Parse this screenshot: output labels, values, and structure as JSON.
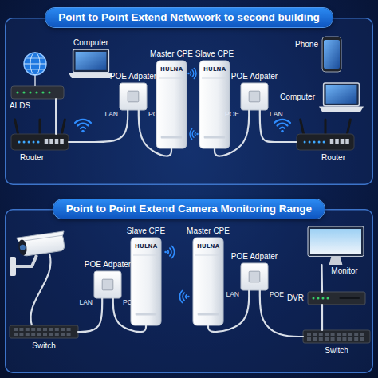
{
  "diagram": {
    "nodes": [
      {
        "text": [
          "Point to Point Extend Netwwork to second building"
        ]
      },
      {
        "text": [
          "Computer"
        ],
        "in": 0
      },
      {
        "text": [
          "ALDS"
        ],
        "in": 0
      },
      {
        "text": [
          "Router"
        ],
        "in": 0
      },
      {
        "text": [
          "POE Adpater",
          "LAN",
          "POE"
        ],
        "in": 0
      },
      {
        "text": [
          "Master CPE",
          "HULNA"
        ],
        "in": 0
      },
      {
        "text": [
          "Slave CPE",
          "HULNA"
        ],
        "in": 0
      },
      {
        "text": [
          "POE Adpater",
          "POE",
          "LAN"
        ],
        "in": 0
      },
      {
        "text": [
          "Phone"
        ],
        "in": 0
      },
      {
        "text": [
          "Computer"
        ],
        "in": 0
      },
      {
        "text": [
          "Router"
        ],
        "in": 0
      },
      {
        "text": [
          "Point to Point Extend Camera Monitoring Range"
        ]
      },
      {
        "text": [
          "Switch"
        ],
        "in": 11
      },
      {
        "text": [
          "POE Adpater",
          "LAN",
          "POE"
        ],
        "in": 11
      },
      {
        "text": [
          "Slave CPE",
          "HULNA"
        ],
        "in": 11
      },
      {
        "text": [
          "Master CPE",
          "HULNA"
        ],
        "in": 11
      },
      {
        "text": [
          "POE Adpater",
          "LAN",
          "POE"
        ],
        "in": 11
      },
      {
        "text": [
          "Monitor"
        ],
        "in": 11
      },
      {
        "text": [
          "DVR"
        ],
        "in": 11
      },
      {
        "text": [
          "Switch"
        ],
        "in": 11
      }
    ],
    "edges": [
      {
        "from": 2,
        "to": 3,
        "arrow": "none"
      },
      {
        "from": 3,
        "to": 4,
        "arrow": "none"
      },
      {
        "from": 4,
        "to": 5,
        "arrow": "none"
      },
      {
        "from": 6,
        "to": 7,
        "arrow": "none"
      },
      {
        "from": 7,
        "to": 10,
        "arrow": "none"
      },
      {
        "from": 12,
        "to": 13,
        "arrow": "none"
      },
      {
        "from": 13,
        "to": 14,
        "arrow": "none"
      },
      {
        "from": 15,
        "to": 16,
        "arrow": "none"
      },
      {
        "from": 16,
        "to": 19,
        "arrow": "none"
      },
      {
        "from": 17,
        "to": 18,
        "arrow": "none"
      },
      {
        "from": 18,
        "to": 19,
        "arrow": "none"
      }
    ]
  }
}
